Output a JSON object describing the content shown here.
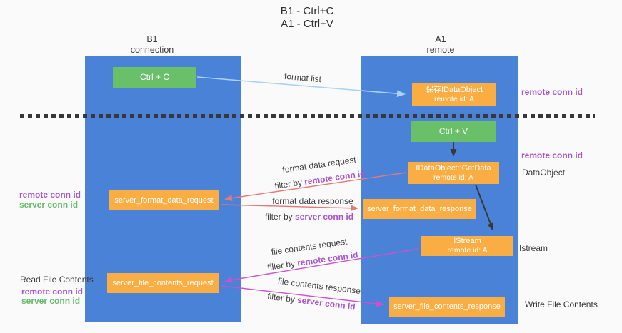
{
  "title": {
    "line1": "B1 - Ctrl+C",
    "line2": "A1 - Ctrl+V"
  },
  "lanes": {
    "left": {
      "name": "B1",
      "role": "connection"
    },
    "right": {
      "name": "A1",
      "role": "remote"
    }
  },
  "nodes": {
    "ctrl_c": {
      "label": "Ctrl + C"
    },
    "ctrl_v": {
      "label": "Ctrl + V"
    },
    "save_idataobject": {
      "line1": "保存IDataObject",
      "line2": "remote id: A"
    },
    "getdata": {
      "line1": "IDataObject::GetData",
      "line2": "remote id: A"
    },
    "istream": {
      "line1": "IStream",
      "line2": "remote id: A"
    },
    "format_request": {
      "label": "server_format_data_request"
    },
    "format_response": {
      "label": "server_format_data_response"
    },
    "file_request": {
      "label": "server_file_contents_request"
    },
    "file_response": {
      "label": "server_file_contents_response"
    }
  },
  "side_labels": {
    "right_remote_conn_id_top": "remote conn id",
    "right_remote_conn_id_mid": "remote conn id",
    "right_dataobject": "DataObject",
    "right_istream": "Istream",
    "right_write_file": "Write File Contents",
    "left_remote_conn_id_top": "remote conn id",
    "left_server_conn_id_top": "server conn id",
    "left_read_file": "Read File Contents",
    "left_remote_conn_id_bottom": "remote conn id",
    "left_server_conn_id_bottom": "server conn id"
  },
  "arrow_labels": {
    "format_list": "format list",
    "format_data_request": "format data request",
    "format_data_response": "format data response",
    "file_contents_request": "file contents request",
    "file_contents_response": "file contents response",
    "filter_by": "filter by ",
    "remote_conn_id": "remote conn id",
    "server_conn_id": "server conn id"
  },
  "colors": {
    "lane_blue": "#4a82d8",
    "node_green": "#6abf69",
    "node_orange": "#f9ad42",
    "purple_label": "#a855cc",
    "green_label": "#66bb6a",
    "red_arrow": "#e87878",
    "magenta_arrow": "#cc52cc",
    "light_blue_arrow": "#a9d3f2",
    "black_arrow": "#383838"
  }
}
